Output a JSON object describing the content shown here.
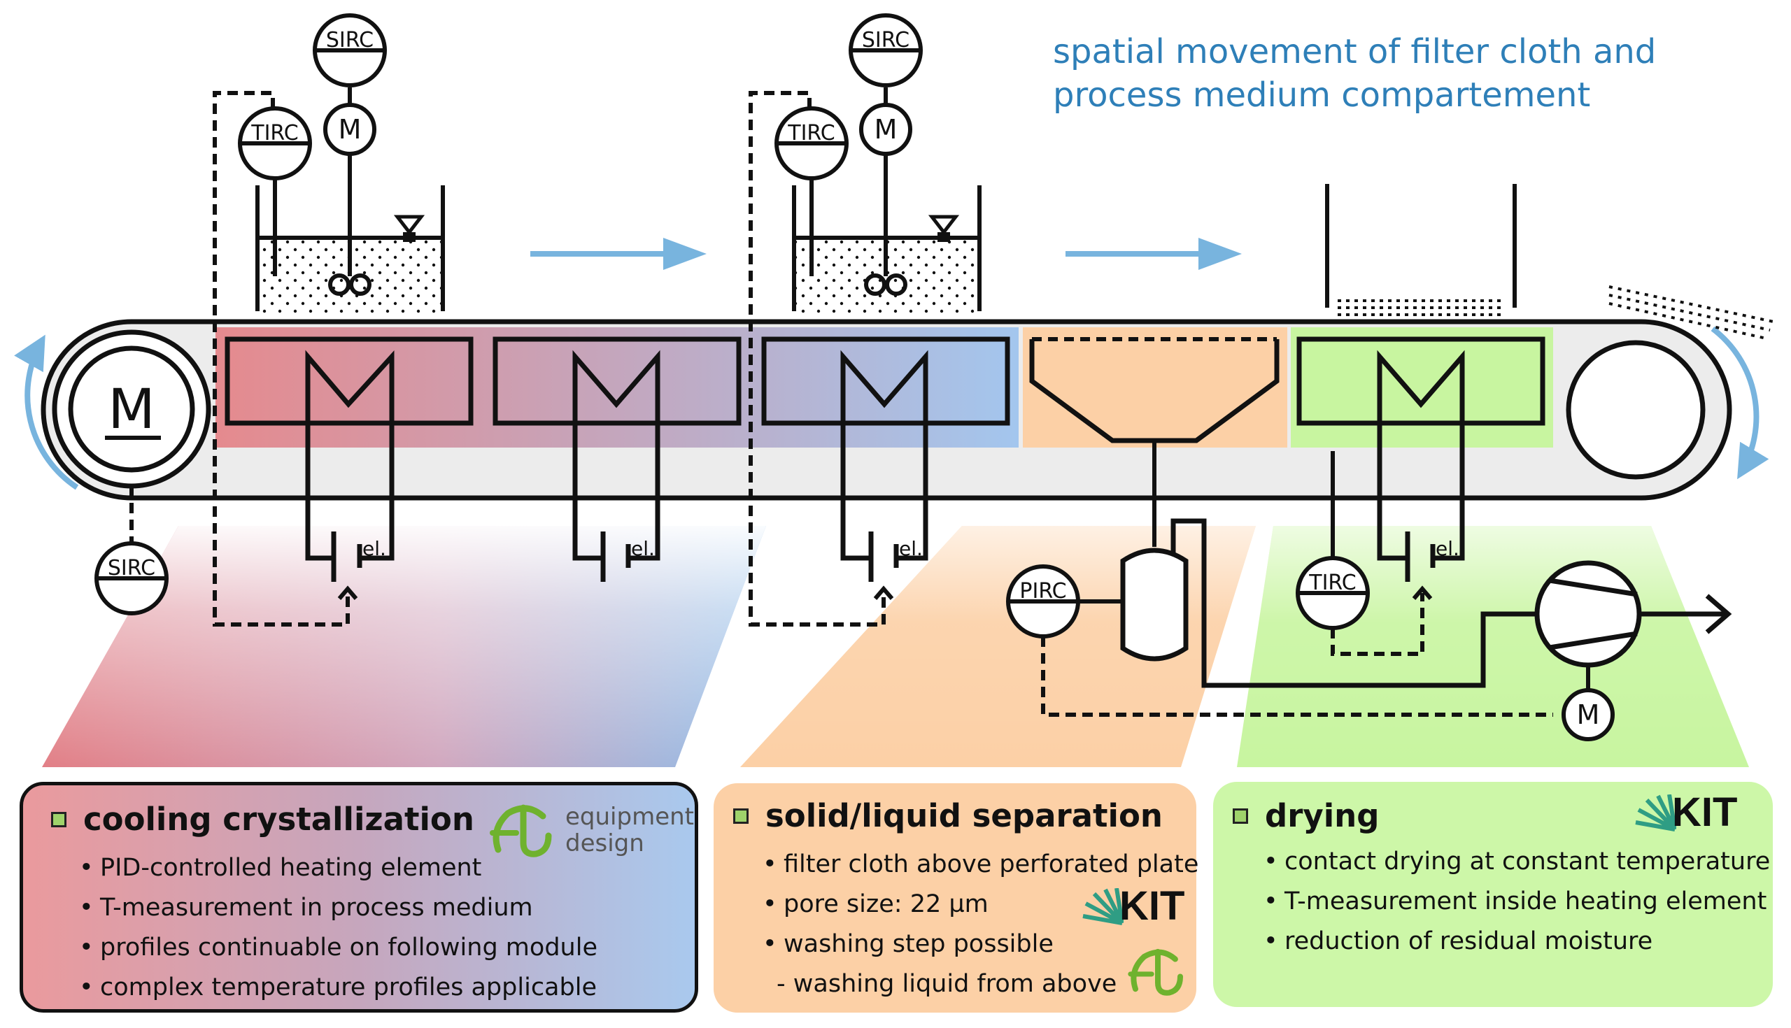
{
  "header": {
    "line1": "spatial movement of filter cloth and",
    "line2": "process medium compartement"
  },
  "instruments": {
    "sirc": "SIRC",
    "tirc": "TIRC",
    "pirc": "PIRC",
    "motor": "M",
    "electric": "el."
  },
  "panels": {
    "cooling": {
      "title": "cooling crystallization",
      "items": [
        "PID-controlled heating element",
        "T-measurement in process medium",
        "profiles continuable on following module",
        "complex temperature profiles applicable"
      ],
      "logo": "equipment design"
    },
    "separation": {
      "title": "solid/liquid separation",
      "items": [
        "filter cloth above perforated plate",
        "pore size: 22 µm",
        "washing step possible"
      ],
      "subitem": "- washing liquid from above",
      "logo": "KIT"
    },
    "drying": {
      "title": "drying",
      "items": [
        "contact drying at constant temperature",
        "T-measurement inside heating element",
        "reduction of residual moisture"
      ],
      "logo": "KIT"
    }
  },
  "colors": {
    "arrow": "#78b4de",
    "cooling_red": "#e58f92",
    "cooling_blue": "#a3c6ee",
    "separation": "#fcd0a6",
    "drying": "#c8f5a0",
    "belt": "#ececec",
    "kit_green": "#2f9d84",
    "logo_green": "#7ab834",
    "header_text": "#2e7fb8"
  }
}
